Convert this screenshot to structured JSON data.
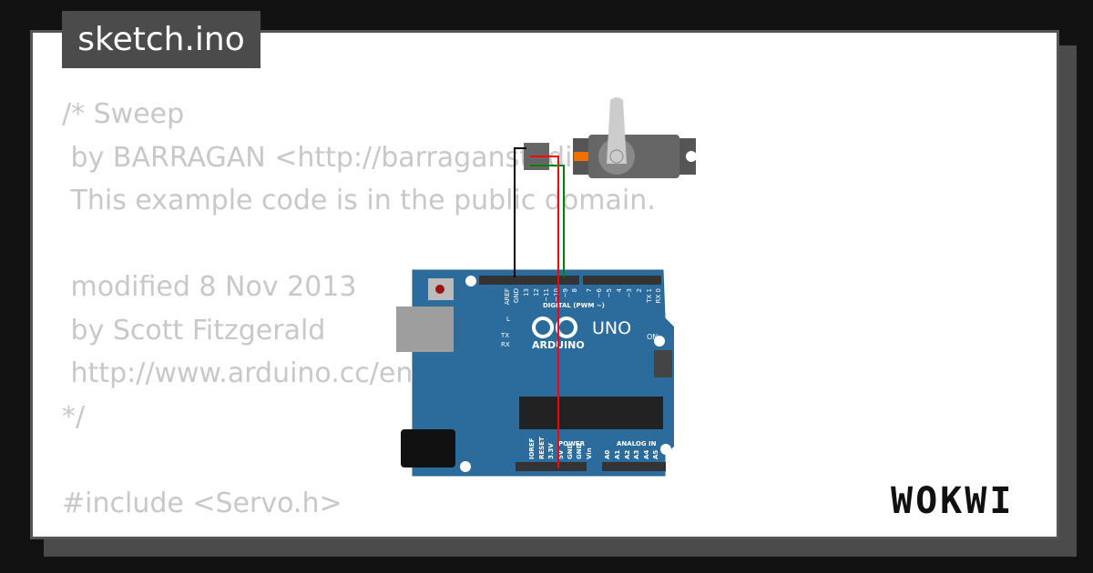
{
  "title": "sketch.ino",
  "code_lines": [
    "/* Sweep",
    " by BARRAGAN <http://barraganstudio.com>",
    " This example code is in the public domain.",
    "",
    " modified 8 Nov 2013",
    " by Scott Fitzgerald",
    " http://www.arduino.cc/en",
    "*/",
    "",
    "#include <Servo.h>"
  ],
  "board": {
    "name": "ARDUINO",
    "model": "UNO",
    "digital_label": "DIGITAL (PWM ~)",
    "power_label": "POWER",
    "analog_label": "ANALOG IN",
    "led_l": "L",
    "led_tx": "TX",
    "led_rx": "RX",
    "led_on": "ON",
    "top_pins": [
      "AREF",
      "GND",
      "13",
      "12",
      "~11",
      "~10",
      "~9",
      "8"
    ],
    "top_pins2": [
      "7",
      "~6",
      "~5",
      "4",
      "~3",
      "2",
      "TX 1",
      "RX 0"
    ],
    "power_pins": [
      "IOREF",
      "RESET",
      "3.3V",
      "5V",
      "GND",
      "GND",
      "Vin"
    ],
    "analog_pins": [
      "A0",
      "A1",
      "A2",
      "A3",
      "A4",
      "A5"
    ]
  },
  "wires": {
    "gnd": "#000000",
    "vcc": "#ff0000",
    "signal": "#008000"
  },
  "brand": "WOKWI"
}
